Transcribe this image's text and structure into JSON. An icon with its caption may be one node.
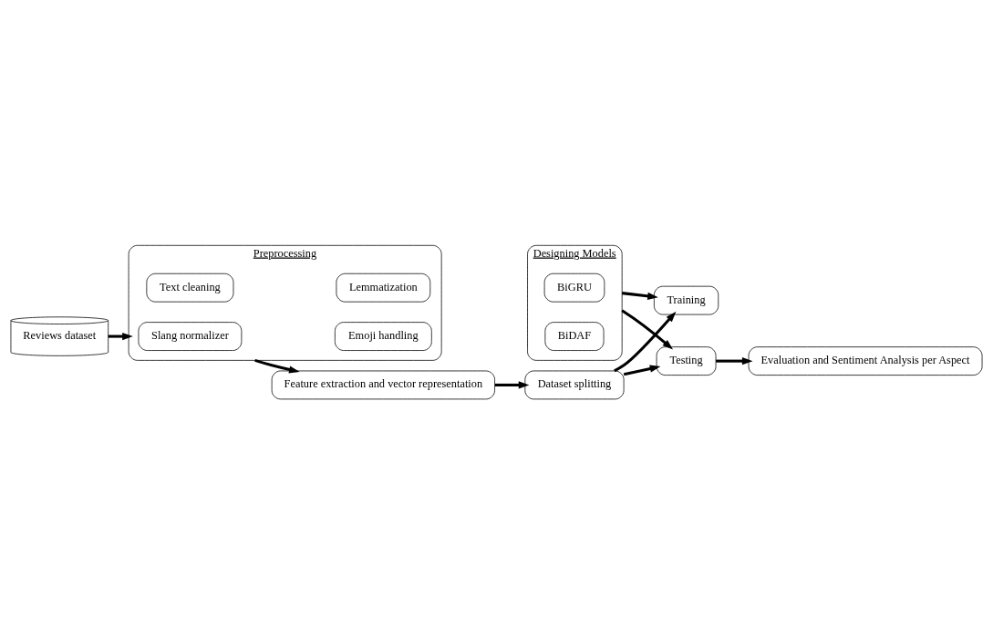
{
  "diagram": {
    "nodes": [
      {
        "text": [
          "Reviews dataset"
        ]
      },
      {
        "text": [
          "Preprocessing"
        ]
      },
      {
        "text": [
          "Slang normalizer"
        ],
        "in": 1
      },
      {
        "text": [
          "Emoji handling"
        ],
        "in": 1
      },
      {
        "text": [
          "Text cleaning"
        ],
        "in": 1
      },
      {
        "text": [
          "Lemmatization"
        ],
        "in": 1
      },
      {
        "text": [
          "Feature extraction and vector representation"
        ]
      },
      {
        "text": [
          "Designing Models"
        ]
      },
      {
        "text": [
          "BiGRU"
        ],
        "in": 7
      },
      {
        "text": [
          "BiDAF"
        ],
        "in": 7
      },
      {
        "text": [
          "Training"
        ]
      },
      {
        "text": [
          "Testing"
        ]
      },
      {
        "text": [
          "Dataset splitting"
        ]
      },
      {
        "text": [
          "Evaluation and Sentiment Analysis per Aspect"
        ]
      }
    ],
    "edges": [
      {
        "from": 0,
        "to": 1,
        "arrow": "to"
      },
      {
        "from": 1,
        "to": 6,
        "arrow": "to"
      },
      {
        "from": 6,
        "to": 12,
        "arrow": "to"
      },
      {
        "from": 7,
        "to": 10,
        "arrow": "to"
      },
      {
        "from": 7,
        "to": 11,
        "arrow": "to"
      },
      {
        "from": 12,
        "to": 10,
        "arrow": "to"
      },
      {
        "from": 12,
        "to": 11,
        "arrow": "to"
      },
      {
        "from": 11,
        "to": 13,
        "arrow": "to"
      }
    ]
  }
}
